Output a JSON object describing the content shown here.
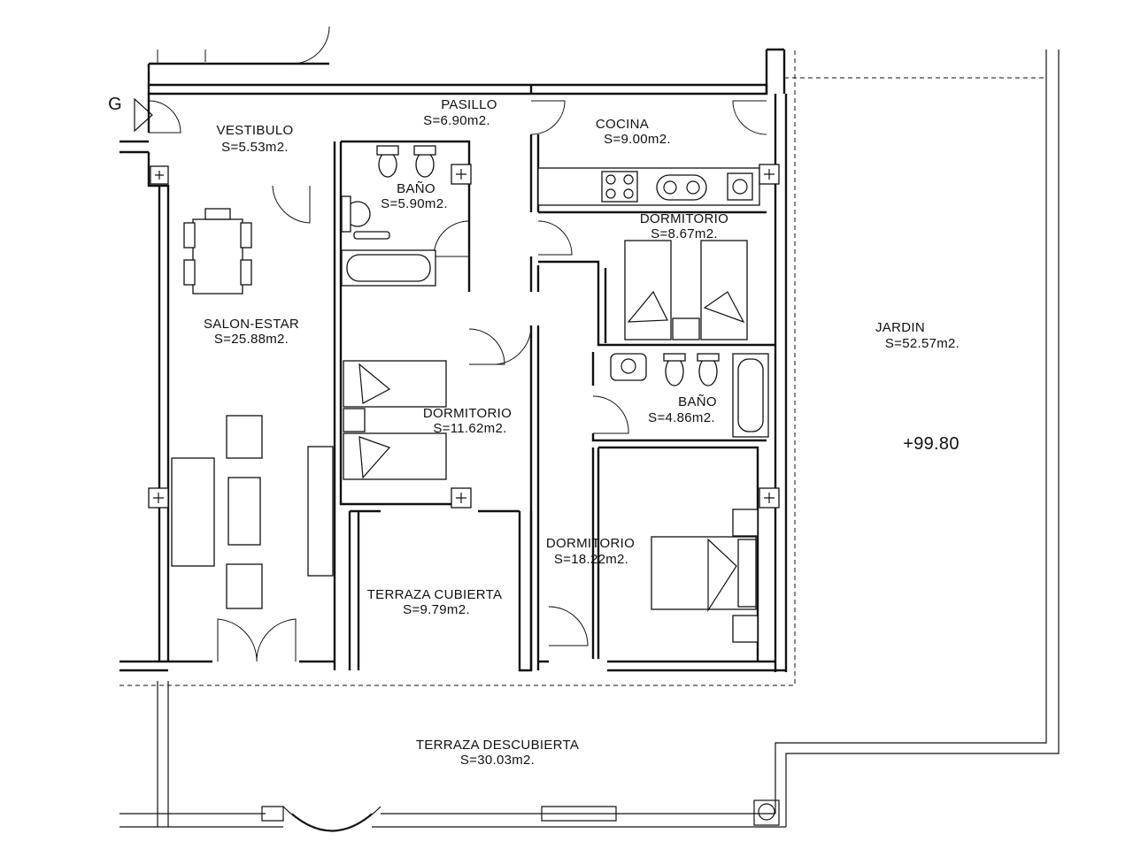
{
  "entrance_marker": "G",
  "elevation": "+99.80",
  "rooms": {
    "vestibulo": {
      "name": "VESTIBULO",
      "area": "S=5.53m2."
    },
    "pasillo": {
      "name": "PASILLO",
      "area": "S=6.90m2."
    },
    "cocina": {
      "name": "COCINA",
      "area": "S=9.00m2."
    },
    "bano1": {
      "name": "BAÑO",
      "area": "S=5.90m2."
    },
    "dormitorio1": {
      "name": "DORMITORIO",
      "area": "S=8.67m2."
    },
    "salon": {
      "name": "SALON-ESTAR",
      "area": "S=25.88m2."
    },
    "jardin": {
      "name": "JARDIN",
      "area": "S=52.57m2."
    },
    "dormitorio2": {
      "name": "DORMITORIO",
      "area": "S=11.62m2."
    },
    "bano2": {
      "name": "BAÑO",
      "area": "S=4.86m2."
    },
    "dormitorio3": {
      "name": "DORMITORIO",
      "area": "S=18.22m2."
    },
    "terraza_cub": {
      "name": "TERRAZA  CUBIERTA",
      "area": "S=9.79m2."
    },
    "terraza_des": {
      "name": "TERRAZA  DESCUBIERTA",
      "area": "S=30.03m2."
    }
  }
}
